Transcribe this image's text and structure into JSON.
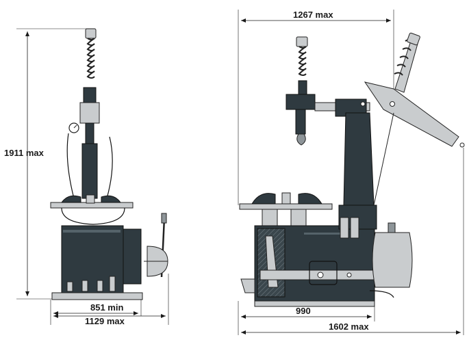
{
  "dimensions": {
    "height_max": "1911 max",
    "width_min": "851 min",
    "width_max": "1129 max",
    "top_max": "1267 max",
    "depth_base": "990",
    "depth_max": "1602 max"
  },
  "colors": {
    "machine_body": "#2f3a40",
    "light_metal": "#c9ccce",
    "mid_metal": "#8e9599",
    "lines": "#1a1a1a"
  }
}
